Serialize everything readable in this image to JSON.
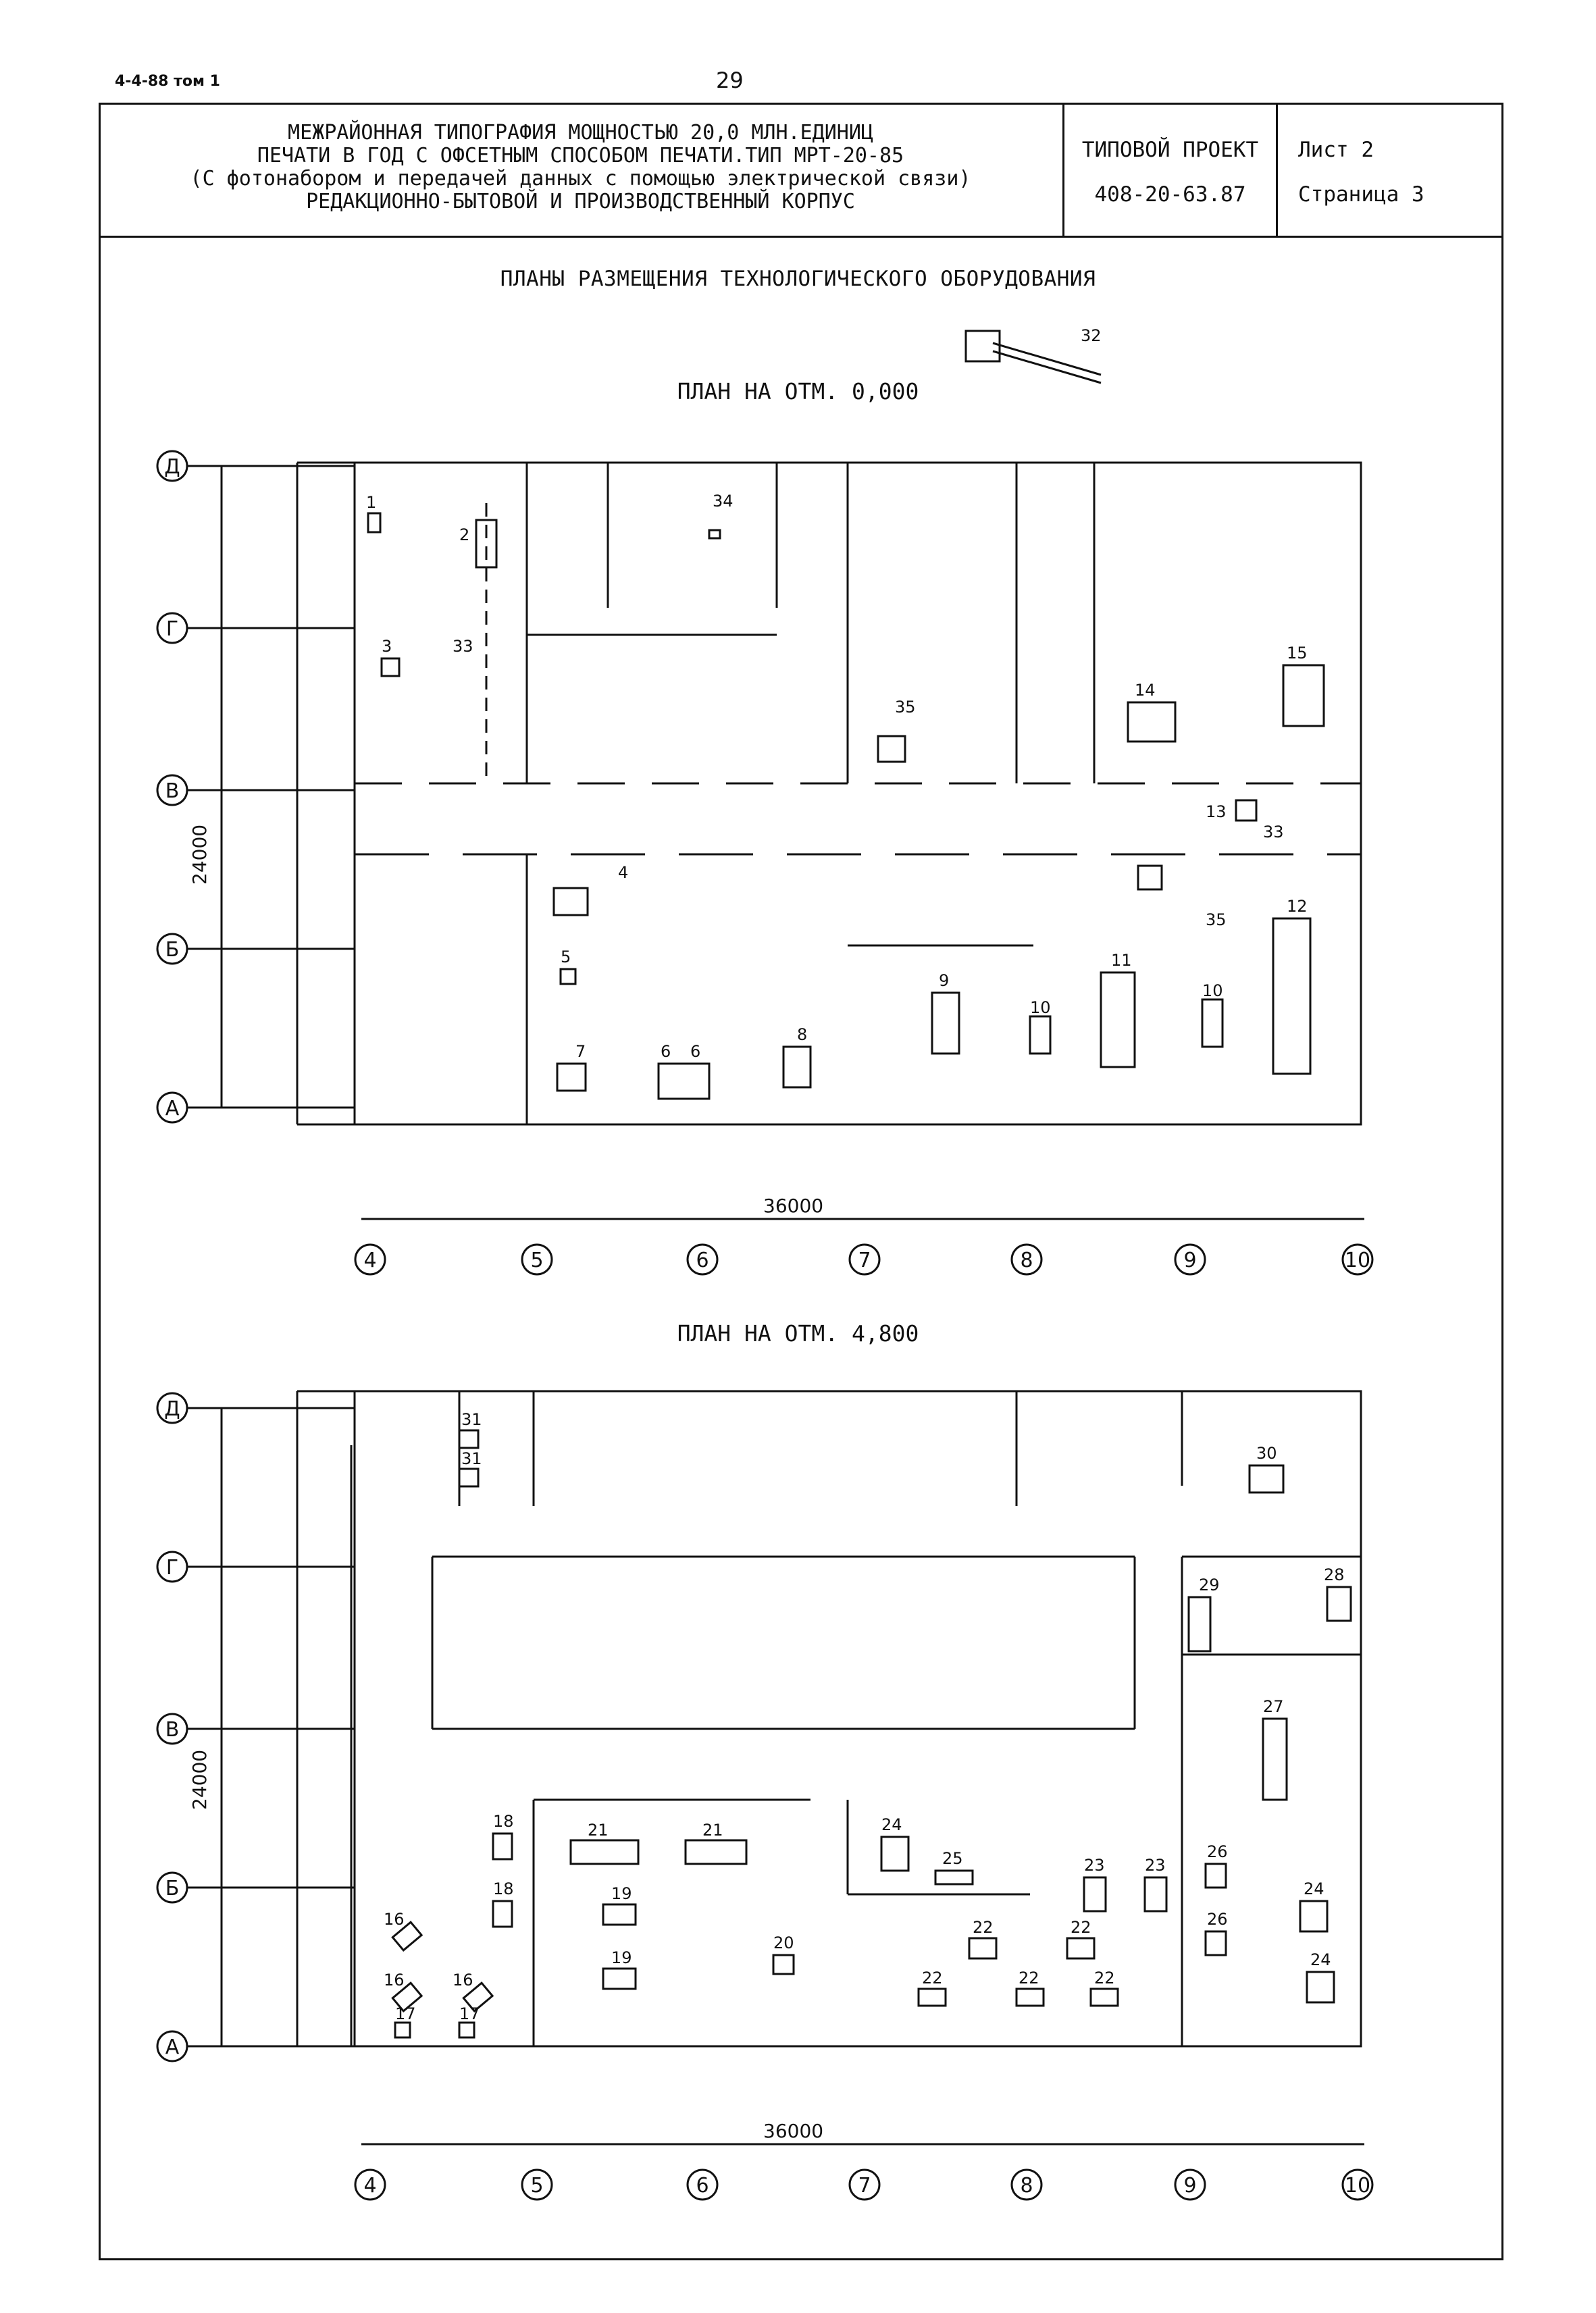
{
  "doc_code": "4-4-88 том 1",
  "page_number": "29",
  "stamp": {
    "title_lines": [
      "МЕЖРАЙОННАЯ ТИПОГРАФИЯ МОЩНОСТЬЮ 20,0 МЛН.ЕДИНИЦ",
      "ПЕЧАТИ В ГОД С ОФСЕТНЫМ СПОСОБОМ ПЕЧАТИ.ТИП МРТ-20-85",
      "(С фотонабором и передачей данных с помощью электрической связи)",
      "РЕДАКЦИОННО-БЫТОВОЙ И ПРОИЗВОДСТВЕННЫЙ КОРПУС"
    ],
    "project_label": "ТИПОВОЙ ПРОЕКТ",
    "project_code": "408-20-63.87",
    "sheet": "Лист 2",
    "page": "Страница 3"
  },
  "main_title": "ПЛАНЫ РАЗМЕЩЕНИЯ ТЕХНОЛОГИЧЕСКОГО ОБОРУДОВАНИЯ",
  "plan1": {
    "title": "ПЛАН НА ОТМ. 0,000",
    "row_axes": [
      "Д",
      "Г",
      "В",
      "Б",
      "А"
    ],
    "col_axes": [
      "4",
      "5",
      "6",
      "7",
      "8",
      "9",
      "10"
    ],
    "dim_vertical": "24000",
    "dim_horizontal": "36000",
    "labels": [
      "1",
      "2",
      "3",
      "4",
      "5",
      "6",
      "6",
      "7",
      "8",
      "9",
      "10",
      "10",
      "11",
      "12",
      "13",
      "14",
      "15",
      "32",
      "33",
      "33",
      "34",
      "35",
      "35"
    ]
  },
  "plan2": {
    "title": "ПЛАН НА ОТМ. 4,800",
    "row_axes": [
      "Д",
      "Г",
      "В",
      "Б",
      "А"
    ],
    "col_axes": [
      "4",
      "5",
      "6",
      "7",
      "8",
      "9",
      "10"
    ],
    "dim_vertical": "24000",
    "dim_horizontal": "36000",
    "labels": [
      "16",
      "16",
      "16",
      "17",
      "17",
      "18",
      "18",
      "19",
      "19",
      "20",
      "21",
      "21",
      "22",
      "22",
      "22",
      "22",
      "22",
      "23",
      "23",
      "24",
      "24",
      "24",
      "25",
      "26",
      "26",
      "27",
      "28",
      "29",
      "30",
      "31",
      "31"
    ]
  }
}
